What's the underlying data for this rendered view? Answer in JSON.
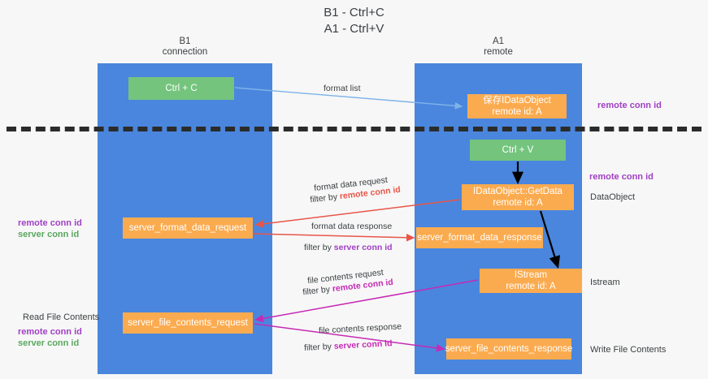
{
  "title": {
    "line1": "B1 - Ctrl+C",
    "line2": "A1 - Ctrl+V"
  },
  "columns": [
    {
      "name": "B1",
      "role": "connection"
    },
    {
      "name": "A1",
      "role": "remote"
    }
  ],
  "nodes": {
    "ctrl_c": {
      "label": "Ctrl + C",
      "color": "#74c47d"
    },
    "save_idataobject": {
      "line1": "保存IDataObject",
      "line2": "remote id: A",
      "color": "#fbab4f"
    },
    "ctrl_v": {
      "label": "Ctrl + V",
      "color": "#74c47d"
    },
    "getdata": {
      "line1": "IDataObject::GetData",
      "line2": "remote id: A",
      "color": "#fbab4f"
    },
    "server_format_data_request": {
      "label": "server_format_data_request",
      "color": "#fbab4f"
    },
    "server_format_data_response": {
      "label": "server_format_data_response",
      "color": "#fbab4f"
    },
    "istream": {
      "line1": "IStream",
      "line2": "remote id: A",
      "color": "#fbab4f"
    },
    "server_file_contents_request": {
      "label": "server_file_contents_request",
      "color": "#fbab4f"
    },
    "server_file_contents_response": {
      "label": "server_file_contents_response",
      "color": "#fbab4f"
    }
  },
  "edges": {
    "format_list": "format list",
    "format_data_request": "format data request",
    "format_data_request_filter_prefix": "filter by ",
    "format_data_request_filter_key": "remote conn id",
    "format_data_response": "format data response",
    "format_data_response_filter_prefix": "filter by ",
    "format_data_response_filter_key": "server conn id",
    "file_contents_request": "file contents request",
    "file_contents_request_filter_prefix": "filter by ",
    "file_contents_request_filter_key": "remote conn id",
    "file_contents_response": "file contents response",
    "file_contents_response_filter_prefix": "filter by ",
    "file_contents_response_filter_key": "server conn id"
  },
  "annotations": {
    "right_remote_conn_id_top": "remote conn id",
    "right_remote_conn_id_mid": "remote conn id",
    "right_dataobject": "DataObject",
    "right_istream": "Istream",
    "right_write_file_contents": "Write File Contents",
    "left_remote_conn_id_1": "remote conn id",
    "left_server_conn_id_1": "server conn id",
    "left_read_file_contents": "Read File Contents",
    "left_remote_conn_id_2": "remote conn id",
    "left_server_conn_id_2": "server conn id"
  },
  "colors": {
    "lane": "#4a86dd",
    "green_node": "#74c47d",
    "orange_node": "#fbab4f",
    "purple_text": "#a13fc4",
    "green_text": "#5aa75f",
    "red_arrow": "#e8564a",
    "magenta_arrow": "#c62ab5",
    "blue_arrow": "#7eb3e8",
    "black_arrow": "#000000",
    "background": "#f7f7f7",
    "divider": "#2b2b2b"
  }
}
